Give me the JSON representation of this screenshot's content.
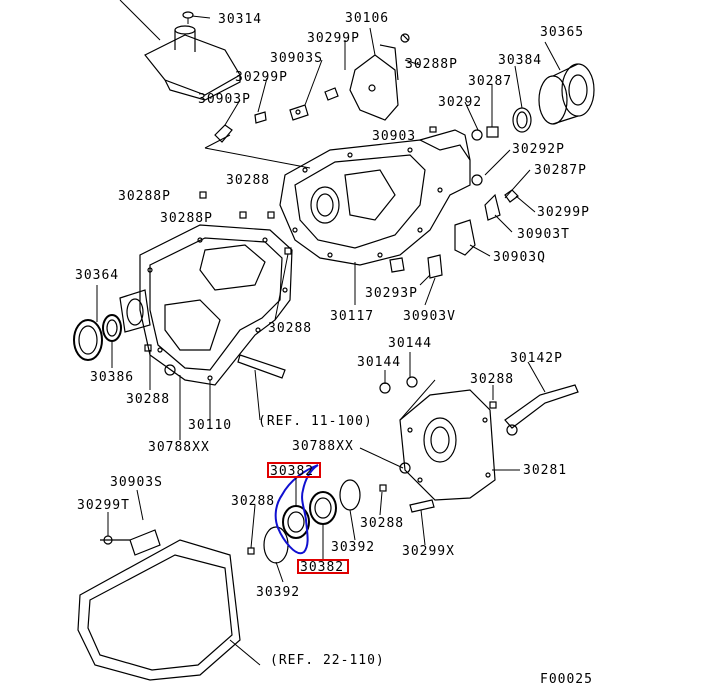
{
  "diagram": {
    "code": "F00025",
    "references": {
      "ref_11_100": "(REF. 11-100)",
      "ref_22_110": "(REF. 22-110)"
    },
    "callouts": {
      "c30314": "30314",
      "c30106": "30106",
      "c30299p_a": "30299P",
      "c30903s_a": "30903S",
      "c30299p_b": "30299P",
      "c30903p": "30903P",
      "c30288p_a": "30288P",
      "c30292": "30292",
      "c30903_a": "30903",
      "c30365": "30365",
      "c30384": "30384",
      "c30287": "30287",
      "c30292p": "30292P",
      "c30287p": "30287P",
      "c30288p_b": "30288P",
      "c30288p_c": "30288P",
      "c30288_a": "30288",
      "c30299p_c": "30299P",
      "c30903t": "30903T",
      "c30903q": "30903Q",
      "c30364": "30364",
      "c30293p": "30293P",
      "c30117": "30117",
      "c30903v": "30903V",
      "c30288_b": "30288",
      "c30386": "30386",
      "c30288_c": "30288",
      "c30110": "30110",
      "c30788xx_a": "30788XX",
      "c30144_a": "30144",
      "c30144_b": "30144",
      "c30142p": "30142P",
      "c30288_d": "30288",
      "c30788xx_b": "30788XX",
      "c30281": "30281",
      "c30382_a": "30382",
      "c30903s_b": "30903S",
      "c30299t": "30299T",
      "c30288_e": "30288",
      "c30392_a": "30392",
      "c30288_f": "30288",
      "c30299x": "30299X",
      "c30382_b": "30382",
      "c30392_b": "30392"
    }
  }
}
